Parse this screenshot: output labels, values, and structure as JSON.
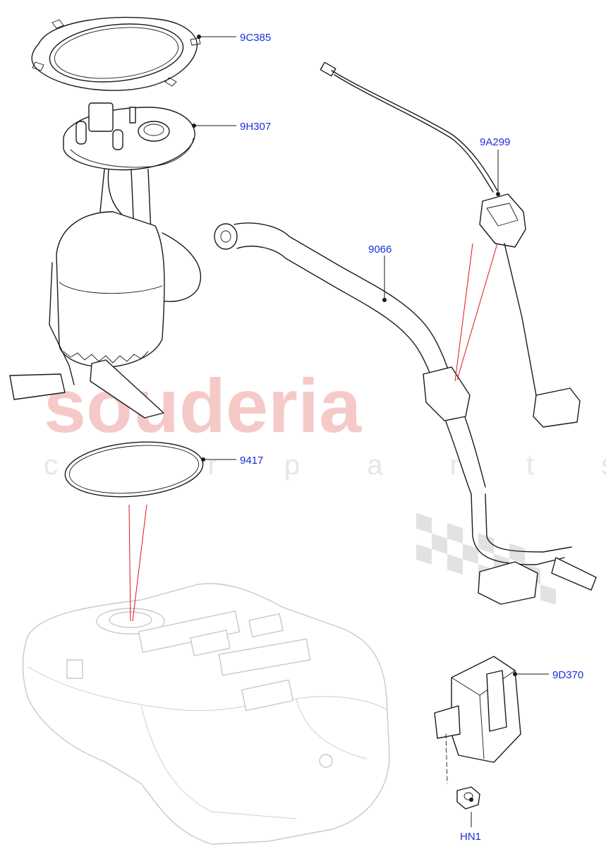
{
  "watermark": {
    "brand": "souderia",
    "tagline": "c a r p a r t s"
  },
  "parts": [
    {
      "id": "9C385",
      "label": "9C385"
    },
    {
      "id": "9H307",
      "label": "9H307"
    },
    {
      "id": "9A299",
      "label": "9A299"
    },
    {
      "id": "9066",
      "label": "9066"
    },
    {
      "id": "9417",
      "label": "9417"
    },
    {
      "id": "9D370",
      "label": "9D370"
    },
    {
      "id": "HN1",
      "label": "HN1"
    }
  ],
  "colors": {
    "label": "#1a2fd8",
    "ink": "#1a1a1a",
    "assembly_line": "#e0141e",
    "ghost": "#c8c8c8",
    "watermark": "#f6c9c9"
  }
}
